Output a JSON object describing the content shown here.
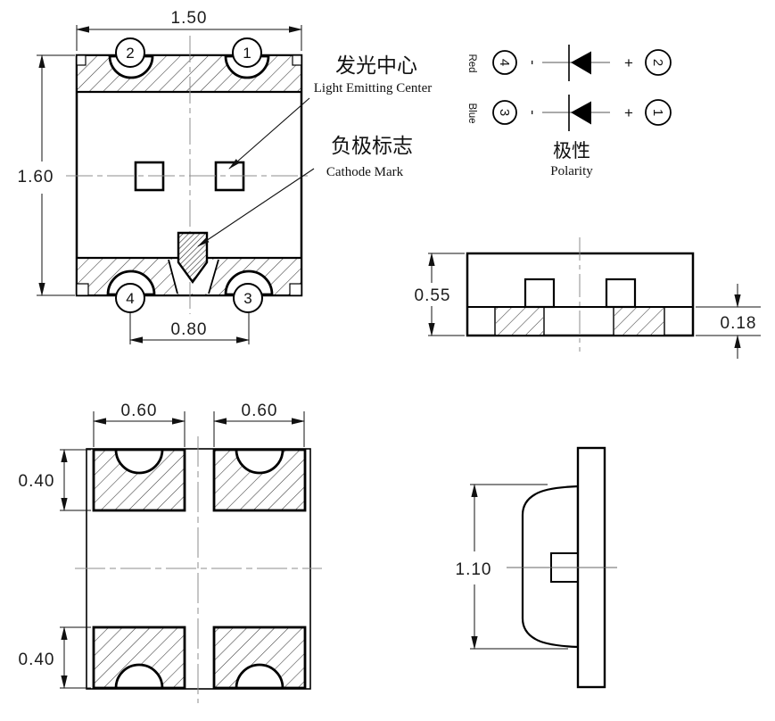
{
  "drawing": {
    "background": "#ffffff",
    "line_color": "#000000",
    "centerline_color": "#8c8c8c",
    "top_view": {
      "dim_width": "1.50",
      "dim_height": "1.60",
      "dim_pitch": "0.80",
      "pins": {
        "top_left": "2",
        "top_right": "1",
        "bottom_left": "4",
        "bottom_right": "3"
      }
    },
    "callouts": {
      "light_center_zh": "发光中心",
      "light_center_en": "Light Emitting Center",
      "cathode_zh": "负极标志",
      "cathode_en": "Cathode Mark"
    },
    "polarity": {
      "rows": [
        {
          "color": "Red",
          "cathode_pin": "4",
          "minus": "-",
          "plus": "+",
          "anode_pin": "2"
        },
        {
          "color": "Blue",
          "cathode_pin": "3",
          "minus": "-",
          "plus": "+",
          "anode_pin": "1"
        }
      ],
      "title_zh": "极性",
      "title_en": "Polarity"
    },
    "front_view": {
      "dim_height": "0.55",
      "dim_terminal": "0.18"
    },
    "bottom_view": {
      "dim_pad_width_left": "0.60",
      "dim_pad_width_right": "0.60",
      "dim_pad_height_top": "0.40",
      "dim_pad_height_bottom": "0.40"
    },
    "side_view": {
      "dim_height": "1.10"
    }
  }
}
